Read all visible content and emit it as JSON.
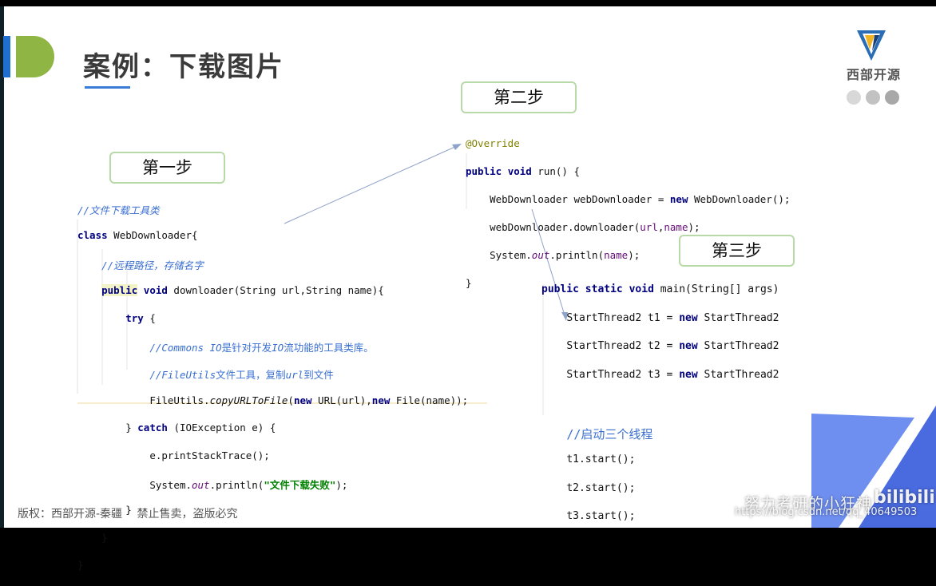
{
  "slide": {
    "title": "案例：下载图片",
    "brand": "西部开源",
    "footer": "版权：西部开源-秦疆　  禁止售卖，盗版必究",
    "watermark": "努力考研的小狂神",
    "watermark_logo": "bilibili",
    "watermark_url": "https://blog.csdn.net/qq_40649503",
    "colors": {
      "title": "#3a3a3a",
      "accent_green": "#8fb545",
      "accent_blue": "#1e6fd0",
      "step_border": "#b8d9a8",
      "keyword": "#000080",
      "comment": "#3a6fd0"
    }
  },
  "steps": {
    "step1": "第一步",
    "step2": "第二步",
    "step3": "第三步"
  },
  "code1": {
    "l1": "//文件下载工具类",
    "l2_kw": "class",
    "l2_rest": " WebDownloader{",
    "l3": "//远程路径，存储名字",
    "l4_kw1": "public",
    "l4_kw2": "void",
    "l4_rest": " downloader(String url,String name){",
    "l5_kw": "try",
    "l5_rest": " {",
    "l6_a": "//Commons IO",
    "l6_b": "是针对开发",
    "l6_c": "IO",
    "l6_d": "流功能的工具类库。",
    "l7_a": "//FileUtils",
    "l7_b": "文件工具，复制",
    "l7_c": "url",
    "l7_d": "到文件",
    "l8_a": "FileUtils.",
    "l8_b": "copyURLToFile",
    "l8_c": "(",
    "l8_kw1": "new",
    "l8_d": " URL(url),",
    "l8_kw2": "new",
    "l8_e": " File(name));",
    "l9_a": "} ",
    "l9_kw": "catch",
    "l9_b": " (IOException e) {",
    "l10": "e.printStackTrace();",
    "l11_a": "System.",
    "l11_b": "out",
    "l11_c": ".println(",
    "l11_d": "\"文件下载失败\"",
    "l11_e": ");",
    "l12": "}",
    "l13": "}",
    "l14": "}"
  },
  "code2": {
    "l1": "@Override",
    "l2_kw1": "public",
    "l2_kw2": "void",
    "l2_rest": " run() {",
    "l3_a": "WebDownloader webDownloader = ",
    "l3_kw": "new",
    "l3_b": " WebDownloader();",
    "l4_a": "webDownloader.downloader(",
    "l4_b": "url",
    "l4_c": ",",
    "l4_d": "name",
    "l4_e": ");",
    "l5_a": "System.",
    "l5_b": "out",
    "l5_c": ".println(",
    "l5_d": "name",
    "l5_e": ");",
    "l6": "}"
  },
  "code3": {
    "l1_kw1": "public",
    "l1_kw2": "static",
    "l1_kw3": "void",
    "l1_rest": " main(String[] args)",
    "l2_a": "StartThread2 t1 = ",
    "l2_kw": "new",
    "l2_b": " StartThread2",
    "l3_a": "StartThread2 t2 = ",
    "l3_kw": "new",
    "l3_b": " StartThread2",
    "l4_a": "StartThread2 t3 = ",
    "l4_kw": "new",
    "l4_b": " StartThread2",
    "l5": "//启动三个线程",
    "l6": "t1.start();",
    "l7": "t2.start();",
    "l8": "t3.start();"
  }
}
